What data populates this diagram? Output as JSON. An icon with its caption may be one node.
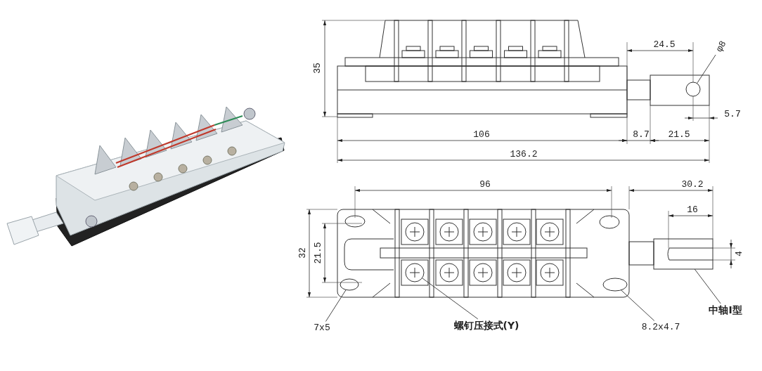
{
  "diagram": {
    "nodes": [
      {
        "text": [
          "φ8"
        ]
      },
      {
        "text": [],
        "shape": "circle"
      },
      {
        "text": [
          "7x5"
        ]
      },
      {
        "text": [],
        "shape": "circle"
      },
      {
        "text": [
          "螺钉压接式(Y)"
        ]
      },
      {
        "text": [],
        "shape": "circle"
      },
      {
        "text": [
          "8.2x4.7"
        ]
      },
      {
        "text": [],
        "shape": "circle"
      },
      {
        "text": [
          "中轴I型"
        ]
      },
      {
        "text": [],
        "shape": "box"
      }
    ],
    "edges": [
      {
        "from": 0,
        "to": 1,
        "arrow": "none"
      },
      {
        "from": 2,
        "to": 3,
        "arrow": "none"
      },
      {
        "from": 4,
        "to": 5,
        "arrow": "none"
      },
      {
        "from": 6,
        "to": 7,
        "arrow": "none"
      },
      {
        "from": 8,
        "to": 9,
        "arrow": "none"
      }
    ],
    "labels": [
      "35",
      "24.5",
      "5.7",
      "106",
      "8.7",
      "21.5",
      "136.2",
      "96",
      "30.2",
      "16",
      "32",
      "21.5",
      "4"
    ]
  }
}
